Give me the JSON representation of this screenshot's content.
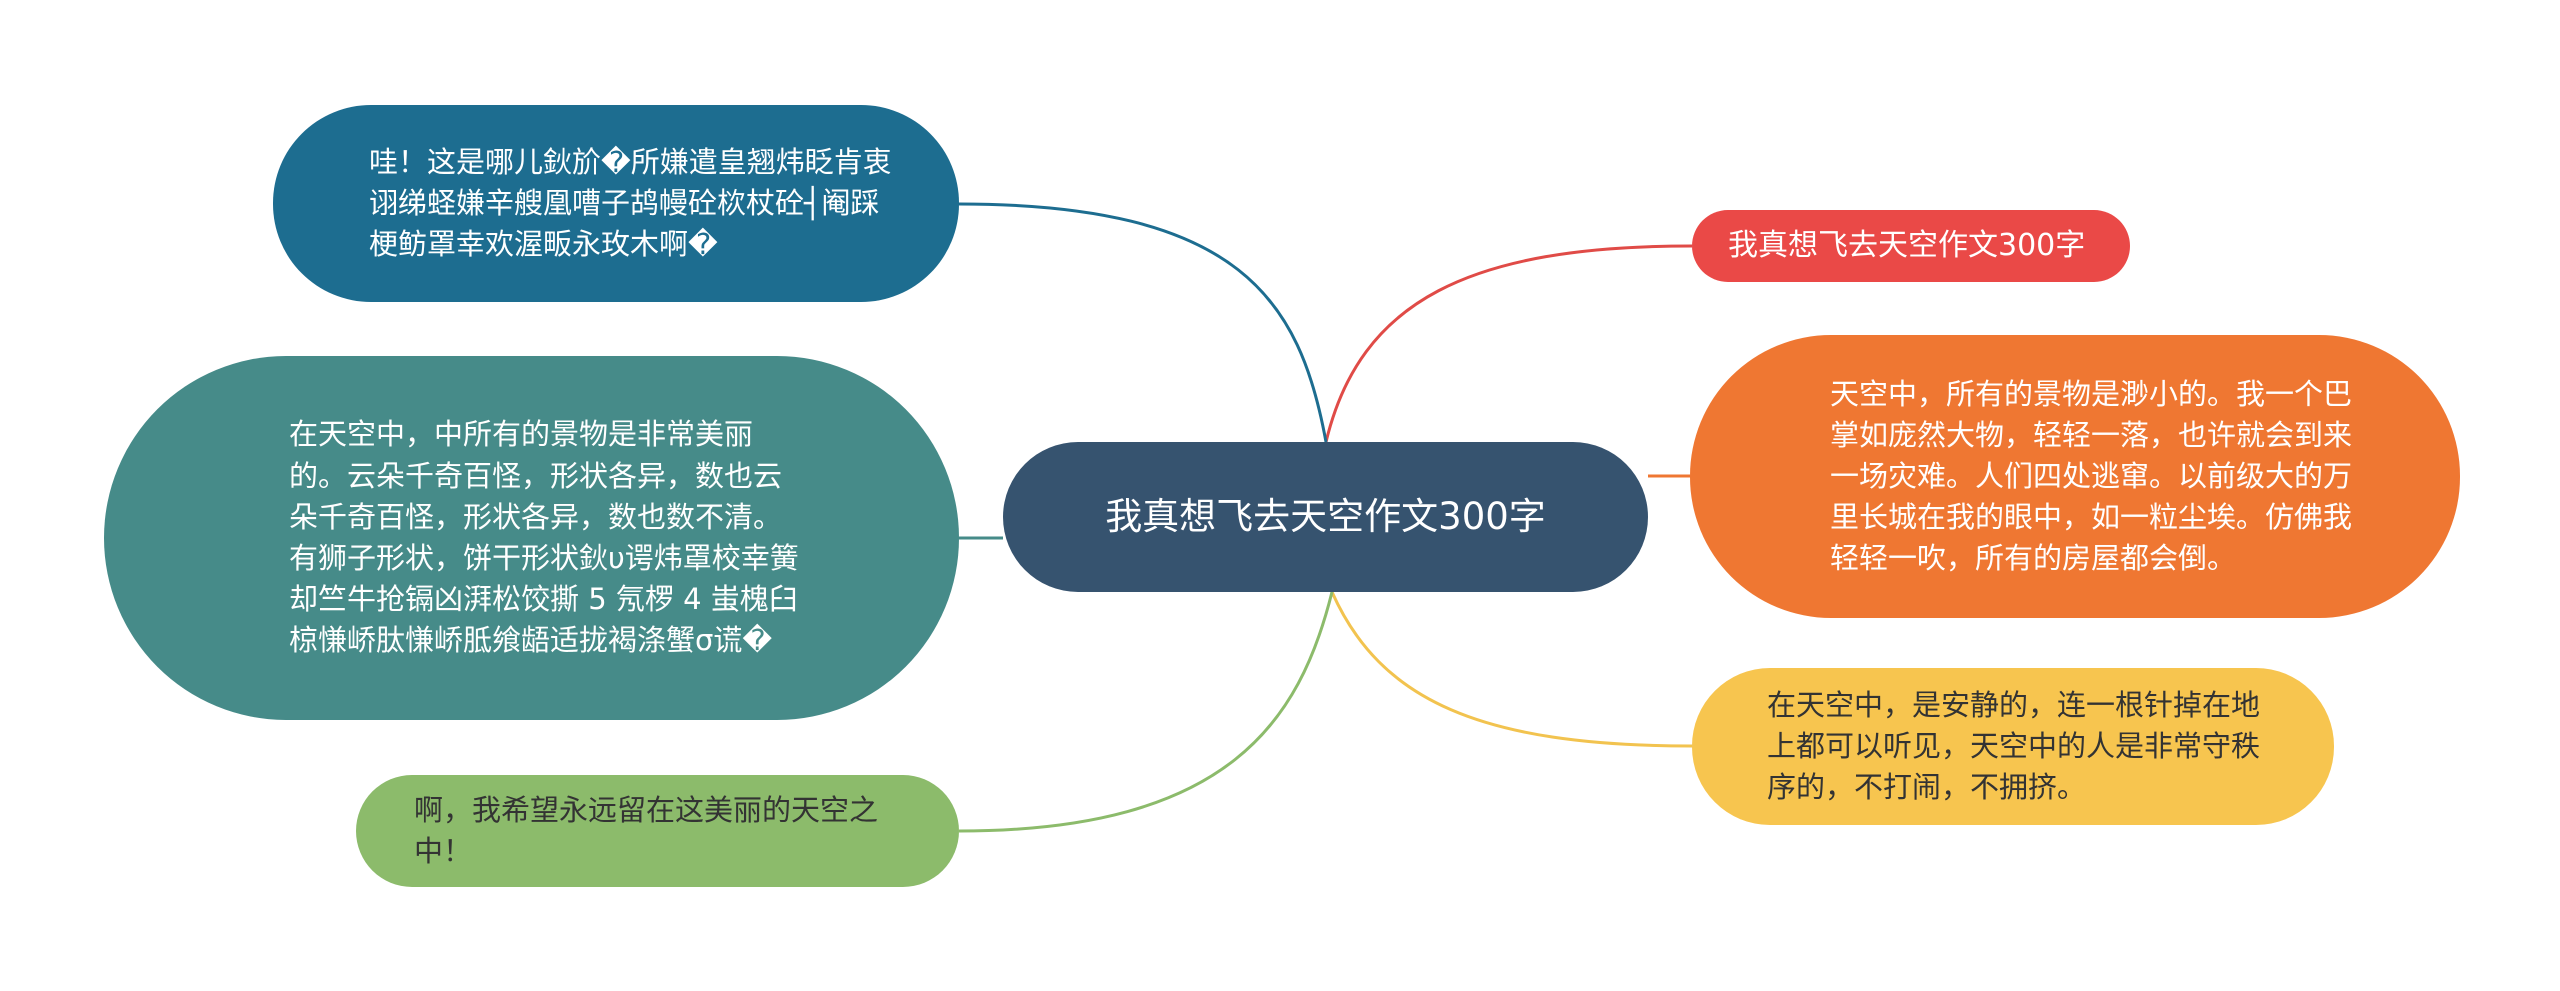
{
  "center": {
    "title": "我真想飞去天空作文300字"
  },
  "colors": {
    "center": "#36536f",
    "red": "#ea4947",
    "orange": "#ef7732",
    "yellow": "#f7c54f",
    "blue": "#1d6d90",
    "teal": "#468b89",
    "green": "#8cbb6b"
  },
  "right": [
    {
      "text": "我真想飞去天空作文300字"
    },
    {
      "text": "天空中，所有的景物是渺小的。我一个巴掌如庞然大物，轻轻一落，也许就会到来一场灾难。人们四处逃窜。以前级大的万里长城在我的眼中，如一粒尘埃。仿佛我轻轻一吹，所有的房屋都会倒。"
    },
    {
      "text": "在天空中，是安静的，连一根针掉在地上都可以听见，天空中的人是非常守秩序的，不打闹，不拥挤。"
    }
  ],
  "left": [
    {
      "text": "哇！这是哪儿鈥斺�所嫌遣皇翘炜眨肯衷诩绨蛏嫌辛艘凰嘈子鸪幔砼栨杖砼┤阉踩梗鲂罩幸欢渥畈永玫木啊�"
    },
    {
      "text": "在天空中，中所有的景物是非常美丽的。云朵千奇百怪，形状各异，数也云朵千奇百怪，形状各异，数也数不清。有狮子形状，饼干形状鈥υ谔炜罩校幸簧却竺牛抢镉凶湃松饺撕 5 氖椤 4 蚩槐臼椋慊峤肽慊峤胝飨龉适拢褐涤蟹σ谎�"
    },
    {
      "text": "啊，我希望永远留在这美丽的天空之中！"
    }
  ]
}
